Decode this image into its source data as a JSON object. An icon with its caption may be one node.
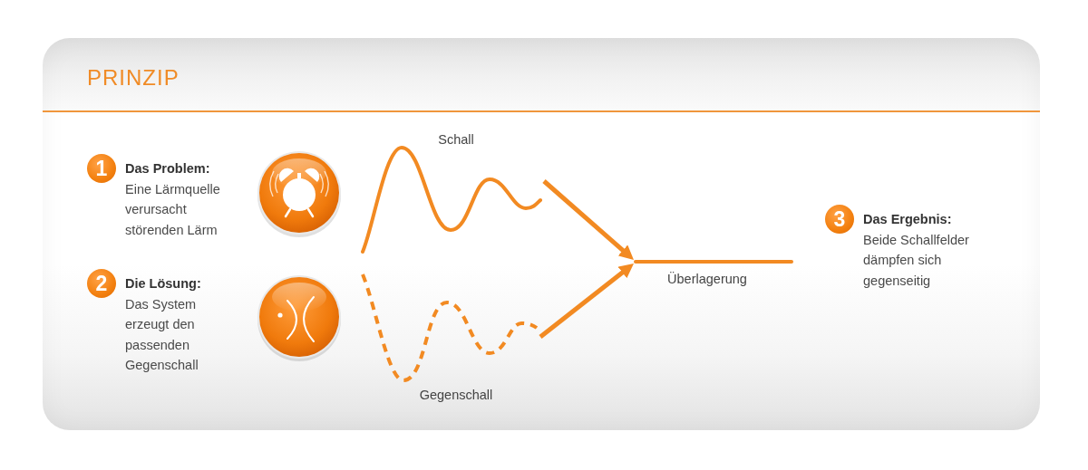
{
  "diagram": {
    "nodes": [
      {
        "text": [
          "PRINZIP"
        ]
      },
      {
        "text": [
          "1"
        ],
        "in": 0,
        "beside": [
          "Das Problem:",
          "Eine Lärmquelle verursacht störenden Lärm"
        ]
      },
      {
        "text": [
          "2"
        ],
        "in": 0,
        "beside": [
          "Die Lösung:",
          "Das System erzeugt den passenden Gegenschall"
        ]
      },
      {
        "text": [
          "Schall"
        ],
        "in": 0
      },
      {
        "text": [
          "Gegenschall"
        ],
        "in": 0
      },
      {
        "text": [
          "Überlagerung"
        ],
        "in": 0
      },
      {
        "text": [
          "3"
        ],
        "in": 0,
        "beside": [
          "Das Ergebnis:",
          "Beide Schallfelder dämpfen sich gegenseitig"
        ]
      }
    ],
    "edges": [
      {
        "from": 3,
        "to": 5,
        "arrow": "to"
      },
      {
        "from": 4,
        "to": 5,
        "arrow": "to"
      }
    ]
  }
}
